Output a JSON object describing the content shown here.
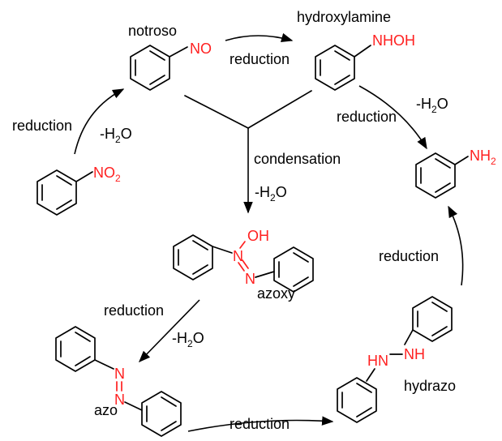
{
  "colors": {
    "reaction_group": "#ff2020",
    "ink": "#000000",
    "background": "#ffffff"
  },
  "compounds": {
    "nitrobenzene": {
      "group": "NO",
      "group_sub": "2"
    },
    "nitroso": {
      "name": "notroso",
      "group": "NO"
    },
    "hydroxylamine": {
      "name": "hydroxylamine",
      "group": "NHOH"
    },
    "aniline": {
      "group": "NH",
      "group_sub": "2"
    },
    "azoxy": {
      "name": "azoxy",
      "oh": "OH",
      "n1": "N",
      "n2": "N"
    },
    "azo": {
      "name": "azo",
      "n1": "N",
      "n2": "N"
    },
    "hydrazo": {
      "name": "hydrazo",
      "hn": "HN",
      "nh": "NH"
    }
  },
  "steps": {
    "nitro_to_nitroso": {
      "label": "reduction",
      "byproduct": "-H",
      "byproduct_sub": "2",
      "byproduct_tail": "O"
    },
    "nitroso_to_hydroxylamine": {
      "label": "reduction"
    },
    "hydroxylamine_to_aniline": {
      "label": "reduction",
      "byproduct": "-H",
      "byproduct_sub": "2",
      "byproduct_tail": "O"
    },
    "condensation": {
      "label": "condensation",
      "byproduct": "-H",
      "byproduct_sub": "2",
      "byproduct_tail": "O"
    },
    "azoxy_to_azo": {
      "label": "reduction",
      "byproduct": "-H",
      "byproduct_sub": "2",
      "byproduct_tail": "O"
    },
    "azo_to_hydrazo": {
      "label": "reduction"
    },
    "hydrazo_to_aniline": {
      "label": "reduction"
    }
  }
}
